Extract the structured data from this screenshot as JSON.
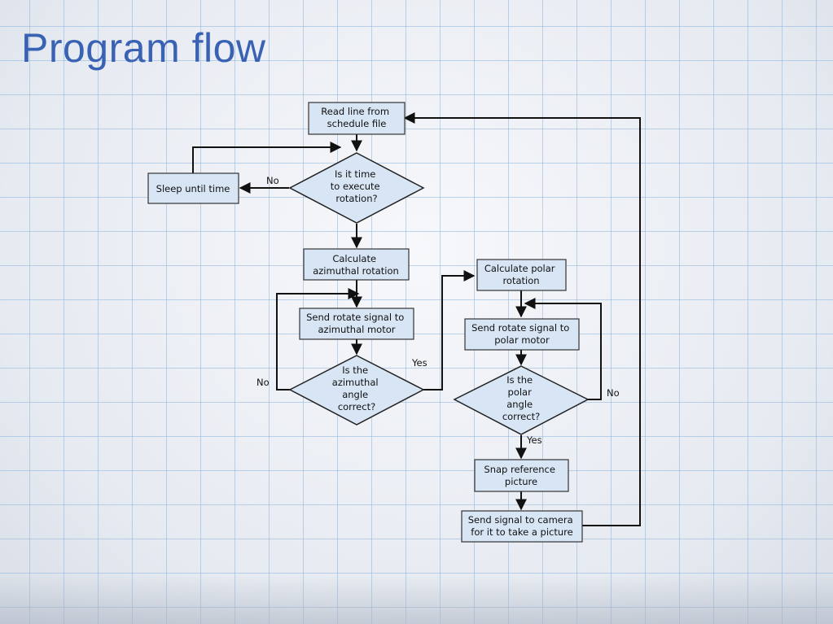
{
  "slide": {
    "title": "Program flow"
  },
  "flowchart": {
    "nodes": {
      "read_line": {
        "lines": [
          "Read line from",
          "schedule file"
        ]
      },
      "is_time": {
        "lines": [
          "Is it time",
          "to execute",
          "rotation?"
        ]
      },
      "sleep": {
        "lines": [
          "Sleep until time"
        ]
      },
      "calc_azimuthal": {
        "lines": [
          "Calculate",
          "azimuthal rotation"
        ]
      },
      "send_azimuthal": {
        "lines": [
          "Send rotate signal to",
          "azimuthal motor"
        ]
      },
      "is_azimuthal_correct": {
        "lines": [
          "Is the",
          "azimuthal",
          "angle",
          "correct?"
        ]
      },
      "calc_polar": {
        "lines": [
          "Calculate polar",
          "rotation"
        ]
      },
      "send_polar": {
        "lines": [
          "Send rotate signal to",
          "polar motor"
        ]
      },
      "is_polar_correct": {
        "lines": [
          "Is the",
          "polar",
          "angle",
          "correct?"
        ]
      },
      "snap_reference": {
        "lines": [
          "Snap reference",
          "picture"
        ]
      },
      "send_camera": {
        "lines": [
          "Send signal to camera",
          "for it to take a picture"
        ]
      }
    },
    "edge_labels": {
      "time_no": "No",
      "azimuthal_no": "No",
      "azimuthal_yes": "Yes",
      "polar_no": "No",
      "polar_yes": "Yes"
    }
  }
}
